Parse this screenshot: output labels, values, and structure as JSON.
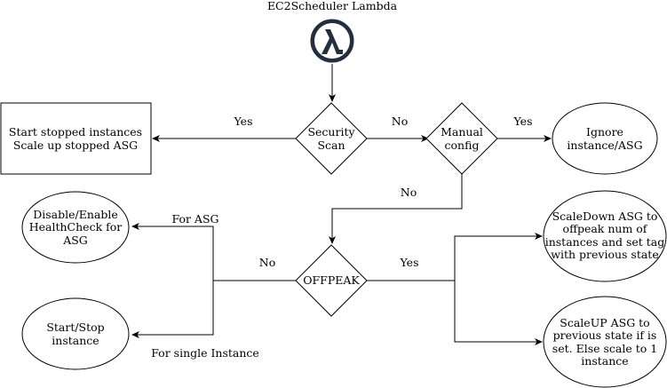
{
  "title": "EC2Scheduler Lambda",
  "icon": "aws-lambda-icon",
  "nodes": {
    "start_box": [
      "Start stopped instances",
      "Scale up stopped ASG"
    ],
    "security_scan": [
      "Security",
      "Scan"
    ],
    "manual_config": [
      "Manual",
      "config"
    ],
    "ignore": [
      "Ignore",
      "instance/ASG"
    ],
    "offpeak": [
      "OFFPEAK"
    ],
    "healthcheck": [
      "Disable/Enable",
      "HealthCheck for",
      "ASG"
    ],
    "startstop": [
      "Start/Stop",
      "instance"
    ],
    "scaledown": [
      "ScaleDown ASG to",
      "offpeak num of",
      "instances and set tag",
      "with previous state"
    ],
    "scaleup": [
      "ScaleUP ASG to",
      "previous state if is",
      "set. Else scale to 1",
      "instance"
    ]
  },
  "edges": {
    "security_yes": "Yes",
    "security_no": "No",
    "manual_yes": "Yes",
    "manual_no": "No",
    "offpeak_no": "No",
    "offpeak_yes": "Yes",
    "for_asg": "For ASG",
    "for_single": "For single Instance"
  }
}
